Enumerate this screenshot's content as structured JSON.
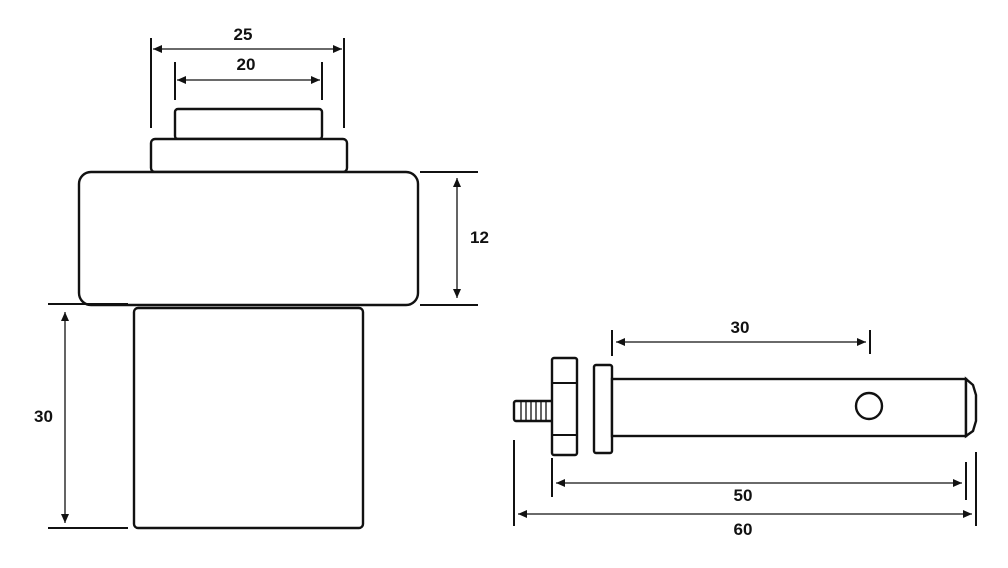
{
  "front_view": {
    "dim_top_outer": "25",
    "dim_top_inner": "20",
    "dim_body_height": "12",
    "dim_base_height": "30"
  },
  "side_view": {
    "dim_shaft_length": "30",
    "dim_body_length": "50",
    "dim_total_length": "60"
  }
}
